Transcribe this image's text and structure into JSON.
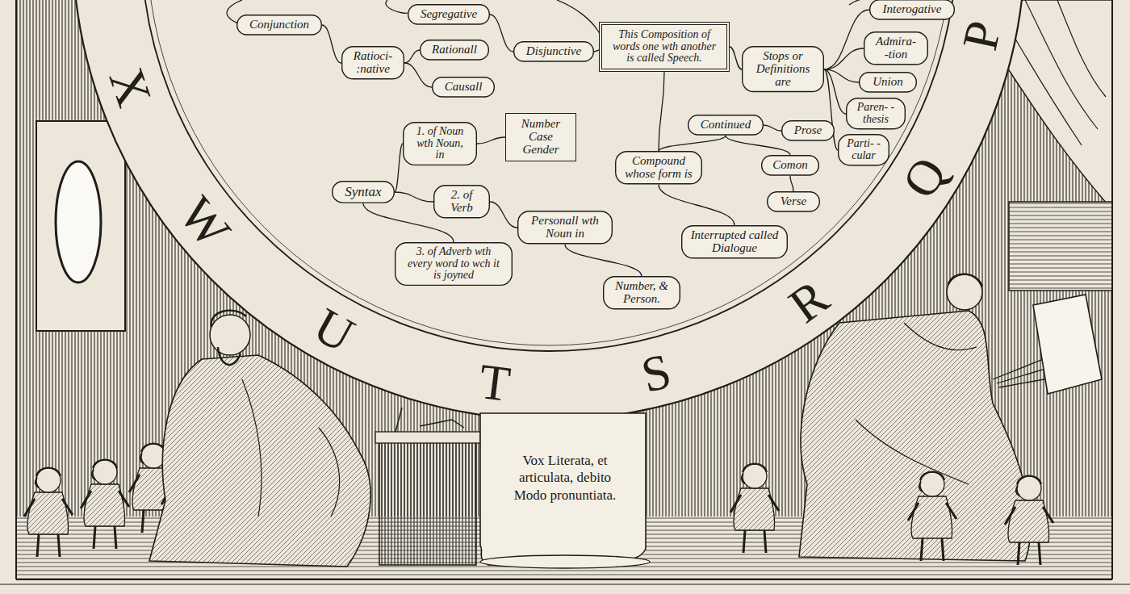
{
  "diagram": {
    "caption": "Vox Literata, et articulata, debito Modo pronuntiata.",
    "nodes": [
      {
        "text": [
          "Conjunction"
        ]
      },
      {
        "text": [
          "Segregative"
        ]
      },
      {
        "text": [
          "Interogative"
        ]
      },
      {
        "text": [
          "Ratioci- :native"
        ]
      },
      {
        "text": [
          "Rationall"
        ]
      },
      {
        "text": [
          "Disjunctive"
        ]
      },
      {
        "text": [
          "This Composition of words one wth another is called Speech."
        ]
      },
      {
        "text": [
          "Stops or Definitions are"
        ]
      },
      {
        "text": [
          "Admira- -tion"
        ]
      },
      {
        "text": [
          "Union"
        ]
      },
      {
        "text": [
          "Paren- -thesis"
        ]
      },
      {
        "text": [
          "Parti- -cular"
        ]
      },
      {
        "text": [
          "Causall"
        ]
      },
      {
        "text": [
          "Number Case Gender"
        ]
      },
      {
        "text": [
          "1. of Noun wth Noun, in"
        ]
      },
      {
        "text": [
          "Continued"
        ]
      },
      {
        "text": [
          "Prose"
        ]
      },
      {
        "text": [
          "Compound whose form is"
        ]
      },
      {
        "text": [
          "Comon"
        ]
      },
      {
        "text": [
          "Syntax"
        ]
      },
      {
        "text": [
          "2. of Verb"
        ]
      },
      {
        "text": [
          "Verse"
        ]
      },
      {
        "text": [
          "Personall wth Noun in"
        ]
      },
      {
        "text": [
          "Interrupted called Dialogue"
        ]
      },
      {
        "text": [
          "3. of Adverb wth every word to wch it is joyned"
        ]
      },
      {
        "text": [
          "Number, & Person."
        ]
      }
    ],
    "edges": [
      {
        "from": 0,
        "to": 3,
        "arrow": "none"
      },
      {
        "from": 1,
        "to": 5,
        "arrow": "none"
      },
      {
        "from": 3,
        "to": 4,
        "arrow": "none"
      },
      {
        "from": 3,
        "to": 12,
        "arrow": "none"
      },
      {
        "from": 6,
        "to": 7,
        "arrow": "none"
      },
      {
        "from": 6,
        "to": 17,
        "arrow": "none"
      },
      {
        "from": 7,
        "to": 2,
        "arrow": "none"
      },
      {
        "from": 7,
        "to": 8,
        "arrow": "none"
      },
      {
        "from": 7,
        "to": 9,
        "arrow": "none"
      },
      {
        "from": 7,
        "to": 10,
        "arrow": "none"
      },
      {
        "from": 7,
        "to": 11,
        "arrow": "none"
      },
      {
        "from": 19,
        "to": 14,
        "arrow": "none"
      },
      {
        "from": 19,
        "to": 20,
        "arrow": "none"
      },
      {
        "from": 19,
        "to": 24,
        "arrow": "none"
      },
      {
        "from": 14,
        "to": 13,
        "arrow": "none"
      },
      {
        "from": 20,
        "to": 22,
        "arrow": "none"
      },
      {
        "from": 22,
        "to": 25,
        "arrow": "none"
      },
      {
        "from": 17,
        "to": 15,
        "arrow": "none"
      },
      {
        "from": 17,
        "to": 23,
        "arrow": "none"
      },
      {
        "from": 15,
        "to": 16,
        "arrow": "none"
      },
      {
        "from": 15,
        "to": 18,
        "arrow": "none"
      },
      {
        "from": 18,
        "to": 21,
        "arrow": "none"
      }
    ],
    "labels": [
      "X",
      "W",
      "U",
      "T",
      "S",
      "R",
      "Q",
      "P"
    ]
  }
}
